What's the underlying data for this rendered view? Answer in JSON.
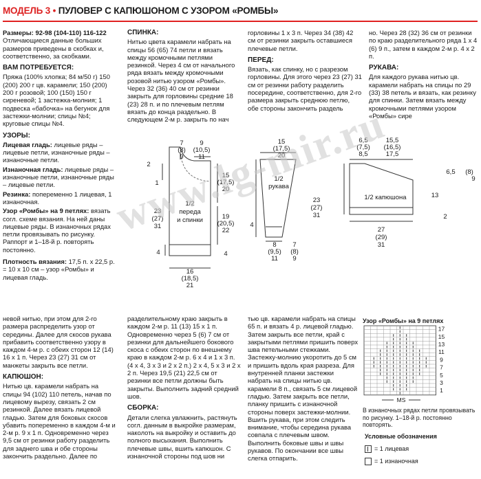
{
  "title": {
    "model": "МОДЕЛЬ 3",
    "bullet": "•",
    "name": "ПУЛОВЕР С КАПЮШОНОМ С УЗОРОМ «РОМБЫ»"
  },
  "col1": {
    "sizes_label": "Размеры:",
    "sizes_text": "92-98 (104-110) 116-122",
    "sizes_note": "Отличающиеся данные больших размеров приведены в скобках и, соответственно, за скобками.",
    "need_h": "ВАМ ПОТРЕБУЕТСЯ:",
    "need_text": "Пряжа (100% хлопка; 84 м/50 г) 150 (200) 200 г цв. карамели; 150 (200) 200 г розовой; 100 (150) 150 г сиреневой; 1 застежка-молния; 1 подвеска «бабочка» на бегунок для застежки-молнии; спицы №4; круговые спицы №4.",
    "patterns_h": "УЗОРЫ:",
    "p1_b": "Лицевая гладь:",
    "p1": "лицевые ряды – лицевые петли, изнаночные ряды – изнаночные петли.",
    "p2_b": "Изнаночная гладь:",
    "p2": "лицевые ряды – изнаночные петли, изнаночные ряды – лицевые петли.",
    "p3_b": "Резинка:",
    "p3": "попеременно 1 лицевая, 1 изнаночная.",
    "p4_b": "Узор «Ромбы» на 9 петлях:",
    "p4": "вязать согл. схеме вязания. На ней даны лицевые ряды. В изнаночных рядах петли провязывать по рисунку. Раппорт и 1–18-й р. повторять постоянно.",
    "dens_b": "Плотность вязания:",
    "dens": "17,5 п. х 22,5 р. = 10 х 10 см – узор «Ромбы» и лицевая гладь."
  },
  "col2": {
    "back_h": "СПИНКА:",
    "back": "Нитью цвета карамели набрать на спицы 56 (65) 74 петли и вязать между кромочными петлями резинкой. Через 4 см от начального ряда вязать между кромочными розовой нитью узором «Ромбы». Через 32 (36) 40 см от резинки закрыть для горловины средние 18 (23) 28 п. и по плечевым петлям вязать до конца раздельно. В следующем 2-м р. закрыть по нач"
  },
  "col3": {
    "t1": "горловины 1 х 3 п. Через 34 (38) 42 см от резинки закрыть оставшиеся плечевые петли.",
    "front_h": "ПЕРЕД:",
    "front": "Вязать, как спинку, но с разрезом горловины. Для этого через 23 (27) 31 см от резинки работу разделить посередине, соответственно, для 2-го размера закрыть среднюю петлю, обе стороны закончить раздель"
  },
  "col4": {
    "t1": "но. Через 28 (32) 36 см от резинки по краю разделительного ряда 1 х 4 (6) 9 п., затем в каждом 2-м р. 4 х 2 п.",
    "sleeve_h": "РУКАВА:",
    "sleeve": "Для каждого рукава нитью цв. карамели набрать на спицы по 29 (33) 38 петель и вязать, как резинку для спинки. Затем вязать между кромочными петлями узором «Ромбы» сире"
  },
  "b1": {
    "t1": "невой нитью, при этом для 2-го размера распределить узор от середины. Далее для скосов рукава прибавить соответственно узору в каждом 4-м р. с обеих сторон 12 (14) 16 х 1 п. Через 23 (27) 31 см от манжеты закрыть все петли.",
    "hood_h": "КАПЮШОН:",
    "hood": "Нитью цв. карамели набрать на спицы 94 (102) 110 петель, начав по лицевому вырезу, связать 2 см резинкой. Далее вязать лицевой гладью. Затем для боковых скосов убавить попеременно в каждом 4-м и 2-м р. 9 х 1 п. Одновременно через 9,5 см от резинки работу разделить для заднего шва и обе стороны закончить раздельно. Далее по"
  },
  "b2": {
    "t1": "разделительному краю закрыть в каждом 2-м р. 11 (13) 15 х 1 п. Одновременно через 5 (6) 7 см от резинки для дальнейшего бокового скоса с обеих сторон по внешнему краю в каждом 2-м р. 6 х 4 и 1 х 3 п. (4 х 4, 3 х 3 и 2 х 2 п.) 2 х 4, 5 х 3 и 2 х 2 п. Через 19,5 (21) 22,5 см от резинки все петли должны быть закрыты. Выполнить задний средний шов.",
    "ass_h": "СБОРКА:",
    "ass": "Детали слегка увлажнить, растянуть согл. данным в выкройке размерам, наколоть на выкройку и оставить до полного высыхания. Выполнить плечевые швы, вшить капюшон. С изнаночной стороны под шов ни"
  },
  "b3": {
    "t1": "тью цв. карамели набрать на спицы 65 п. и вязать 4 р. лицевой гладью. Затем закрыть все петли, край с закрытыми петлями пришить поверх шва петельными стежками. Застежку-молнию укоротить до 5 см и пришить вдоль края разреза. Для внутренней планки застежки набрать на спицы нитью цв. карамели 8 п., связать 5 см лицевой гладью. Затем закрыть все петли, планку пришить с изнаночной стороны поверх застежки-молнии. Вшить рукава, при этом следить внимание, чтобы середина рукава совпала с плечевым швом. Выполнить боковые швы и швы рукавов. По окончании все швы слегка отпарить."
  },
  "chart": {
    "title": "Узор «Ромбы» на 9 петлях",
    "rows": [
      "17",
      "15",
      "13",
      "11",
      "9",
      "7",
      "5",
      "3",
      "1"
    ],
    "ms": "MS",
    "note": "В изнаночных рядах петли провязывать по рисунку. 1–18-й р. постоянно повторять.",
    "legend_h": "Условные обозначения",
    "leg1": "= 1 лицевая",
    "leg2": "= 1 изнаночная"
  },
  "diagrams": {
    "back": {
      "a": "7",
      "a2": "(8)",
      "a3": "9",
      "b": "9",
      "b2": "(10,5)",
      "b3": "11",
      "n2": "2",
      "n1": "1",
      "h": "15",
      "h2": "(17,5)",
      "h3": "20",
      "m": "19",
      "m2": "(20,5)",
      "m3": "22",
      "l": "23",
      "l2": "(27)",
      "l3": "31",
      "r4": "4",
      "r4b": "4",
      "w": "16",
      "w2": "(18,5)",
      "w3": "21",
      "label1": "1/2",
      "label2": "переда",
      "label3": "и спинки"
    },
    "sleeve": {
      "a": "15",
      "a2": "(17,5)",
      "a3": "20",
      "h": "23",
      "h2": "(27)",
      "h3": "31",
      "r4": "4",
      "w1": "8",
      "w2": "(9,5)",
      "w3": "11",
      "v1": "7",
      "v2": "(8)",
      "v3": "9",
      "label1": "1/2",
      "label2": "рукава"
    },
    "hood": {
      "a": "6,5",
      "a2": "(7,5)",
      "a3": "8,5",
      "b": "15,5",
      "b2": "(16,5)",
      "b3": "17,5",
      "r": "6,5",
      "r2": "(8)",
      "r3": "9",
      "h": "13",
      "h2": "2",
      "w": "27",
      "w2": "(29)",
      "w3": "31",
      "label": "1/2 капюшона"
    }
  },
  "watermark": "www.lg-mir.ru"
}
